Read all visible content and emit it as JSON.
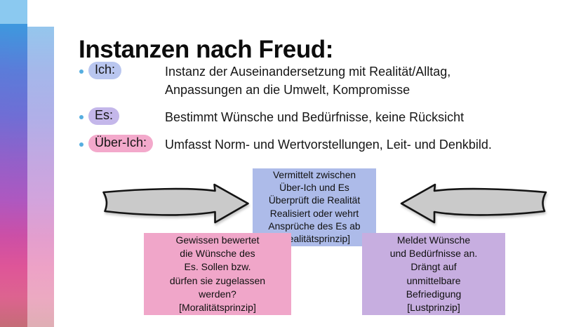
{
  "slide": {
    "title": "Instanzen nach Freud:",
    "bullets": [
      {
        "term": "Ich:",
        "description": "Instanz der Auseinandersetzung mit Realität/Alltag,\nAnpassungen an die Umwelt, Kompromisse"
      },
      {
        "term": "Es:",
        "description": "Bestimmt Wünsche und Bedürfnisse, keine Rücksicht"
      },
      {
        "term": "Über-Ich:",
        "description": "Umfasst Norm- und Wertvorstellungen, Leit- und Denkbild."
      }
    ],
    "diagram": {
      "center_box": {
        "text": "Vermittelt zwischen\nÜber-Ich und Es\nÜberprüft die Realität\nRealisiert oder wehrt\nAnsprüche des Es ab\n[Realitätsprinzip]"
      },
      "left_box": {
        "text": "Gewissen bewertet\ndie Wünsche des\nEs. Sollen bzw.\ndürfen sie zugelassen\nwerden?\n[Moralitätsprinzip]"
      },
      "right_box": {
        "text": "Meldet Wünsche\nund Bedürfnisse an.\nDrängt auf\nunmittelbare\nBefriedigung\n[Lustprinzip]"
      }
    },
    "colors": {
      "ich_highlight": "#b9c6ef",
      "es_highlight": "#c4b7ea",
      "ueber_ich_highlight": "#f3a9cb",
      "center_box_bg": "#adbbe9",
      "left_box_bg": "#f0a6c9",
      "right_box_bg": "#c7aee0",
      "arrow_fill": "#cacaca",
      "bullet_dot": "#56aee0",
      "gradient_top": "#8bc9f0",
      "gradient_mid": "#9360c9",
      "gradient_bottom": "#c56c77"
    }
  }
}
